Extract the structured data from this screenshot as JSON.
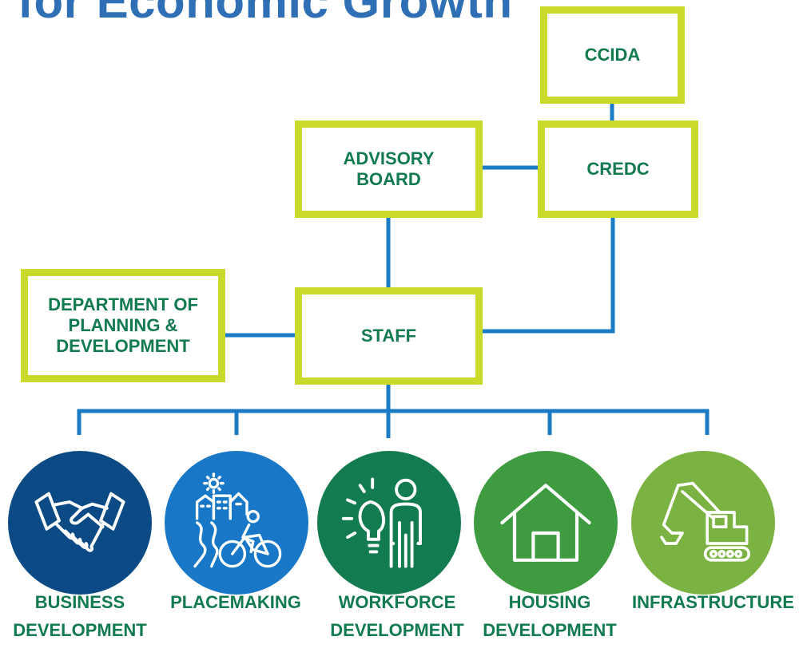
{
  "title": "for Economic Growth",
  "colors": {
    "title": "#2E6FB6",
    "box_border": "#C9DA2B",
    "text": "#117A4E",
    "connector": "#1B7BC4"
  },
  "org": {
    "ccida": "CCIDA",
    "credc": "CREDC",
    "advisory_board": "ADVISORY\nBOARD",
    "staff": "STAFF",
    "dept": "DEPARTMENT OF\nPLANNING &\nDEVELOPMENT"
  },
  "programs": [
    {
      "label": "BUSINESS\nDEVELOPMENT",
      "icon": "handshake-icon",
      "color": "#0B4A85"
    },
    {
      "label": "PLACEMAKING",
      "icon": "town-cyclist-icon",
      "color": "#1877C6"
    },
    {
      "label": "WORKFORCE\nDEVELOPMENT",
      "icon": "person-lightbulb-icon",
      "color": "#127B4F"
    },
    {
      "label": "HOUSING\nDEVELOPMENT",
      "icon": "house-icon",
      "color": "#3E9B3F"
    },
    {
      "label": "INFRASTRUCTURE",
      "icon": "excavator-icon",
      "color": "#7AB342"
    }
  ]
}
